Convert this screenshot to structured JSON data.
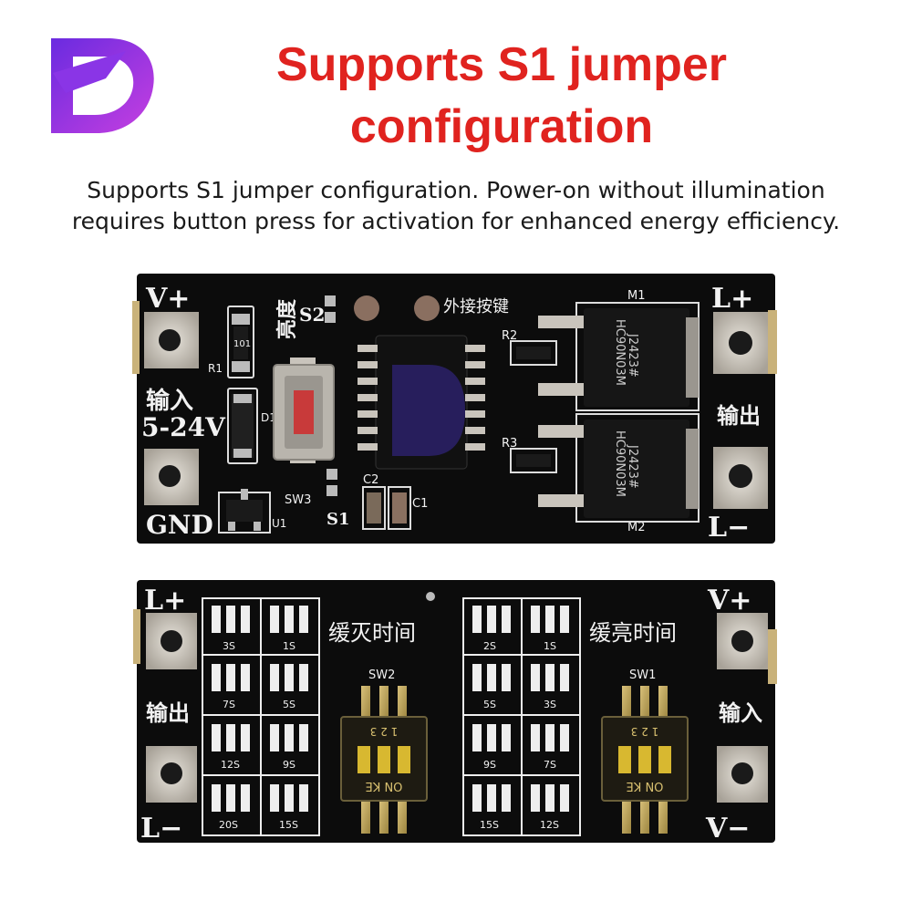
{
  "headline": {
    "line1": "Supports S1 jumper",
    "line2": "configuration"
  },
  "description": {
    "line1": "Supports S1 jumper configuration. Power-on without illumination",
    "line2": "requires button press for activation for enhanced energy efficiency."
  },
  "colors": {
    "headline": "#e0231f",
    "logo_gradient_start": "#6a2be0",
    "logo_gradient_end": "#c63fe0",
    "pcb": "#0c0c0c",
    "silkscreen": "#f2f2f2",
    "pad": "#c9c4bc"
  },
  "board_top": {
    "labels": {
      "v_plus": "V+",
      "input": "输入",
      "voltage": "5-24V",
      "gnd": "GND",
      "brightness": "亮度",
      "s2": "S2",
      "external_key": "外接按键",
      "m1": "M1",
      "l_plus": "L+",
      "r2": "R2",
      "output": "输出",
      "r3": "R3",
      "l_minus": "L−",
      "m2": "M2",
      "sw3": "SW3",
      "s1": "S1",
      "c1": "C1",
      "c2": "C2",
      "u1": "U1",
      "r1": "R1",
      "d1": "D1",
      "r101": "101",
      "mosfet_code": "HC90N03M",
      "mosfet_date": "J2423#"
    }
  },
  "board_bottom": {
    "labels": {
      "l_plus": "L+",
      "output": "输出",
      "l_minus": "L−",
      "fade_off": "缓灭时间",
      "fade_on": "缓亮时间",
      "sw2": "SW2",
      "sw1": "SW1",
      "v_plus": "V+",
      "input": "输入",
      "v_minus": "V−",
      "switch_on": "ON KE",
      "switch_nums": "1 2 3"
    },
    "fade_off_times": [
      "3S",
      "1S",
      "7S",
      "5S",
      "12S",
      "9S",
      "20S",
      "15S"
    ],
    "fade_on_times": [
      "2S",
      "1S",
      "5S",
      "3S",
      "9S",
      "7S",
      "15S",
      "12S"
    ]
  }
}
